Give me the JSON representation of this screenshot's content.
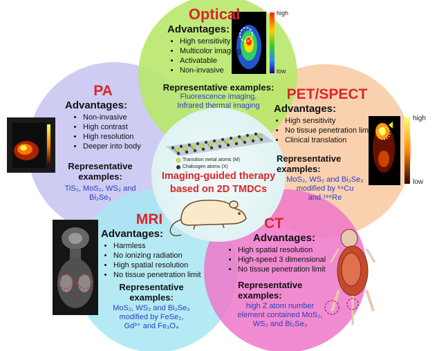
{
  "center": {
    "title_line1": "Imaging-guided therapy",
    "title_line2": "based on 2D TMDCs",
    "legend_metal": "Transition metal atoms (M)",
    "legend_chalcogen": "Chalcogen atoms (X)"
  },
  "optical": {
    "title": "Optical",
    "adv_heading": "Advantages:",
    "advantages": [
      "High sensitivity",
      "Multicolor imaging",
      "Activatable",
      "Non-invasive"
    ],
    "rep_heading": "Representative examples:",
    "rep_line1": "Fluorescence imaging,",
    "rep_line2": "Infrared thermal imaging",
    "scale_high": "high",
    "scale_low": "low"
  },
  "pa": {
    "title": "PA",
    "adv_heading": "Advantages:",
    "advantages": [
      "Non-invasive",
      "High contrast",
      "High resolution",
      "Deeper into body"
    ],
    "rep_heading_line1": "Representative",
    "rep_heading_line2": "examples:",
    "rep_line1": "TiS₂, MoS₂, WS₂ and",
    "rep_line2": "Bi₂Se₃"
  },
  "pet": {
    "title": "PET/SPECT",
    "adv_heading": "Advantages:",
    "advantages": [
      "High sensitivity",
      "No tissue penetration limit",
      "Clinical translation"
    ],
    "rep_heading_line1": "Representative",
    "rep_heading_line2": "examples:",
    "rep_line1": "MoS₂, WS₂ and Bi₂Se₃",
    "rep_line2": "modified by ⁶⁴Cu",
    "rep_line3": "and ¹⁸⁸Re",
    "scale_high": "high",
    "scale_low": "low"
  },
  "mri": {
    "title": "MRI",
    "adv_heading": "Advantages:",
    "advantages": [
      "Harmless",
      "No ionizing radiation",
      "High spatial resolution",
      "No tissue penetration limit"
    ],
    "rep_heading_line1": "Representative",
    "rep_heading_line2": "examples:",
    "rep_line1": "MoS₂, WS₂ and Bi₂Se₃",
    "rep_line2": "modified by FeSe₂,",
    "rep_line3": "Gd³⁺ and Fe₃O₄"
  },
  "ct": {
    "title": "CT",
    "adv_heading": "Advantages:",
    "advantages": [
      "High spatial resolution",
      "High-speed 3 dimensional",
      "No tissue penetration limit"
    ],
    "rep_heading_line1": "Representative",
    "rep_heading_line2": "examples:",
    "rep_line1": "high Z atom number",
    "rep_line2": "element contained MoS₂,",
    "rep_line3": "WS₂ and Bi₂Se₃"
  },
  "colors": {
    "optical_circle": "#b8e86a",
    "pa_circle": "#c6c3f1",
    "pet_circle": "#f8c9a1",
    "mri_circle": "#a8e6f2",
    "ct_circle": "#ef77c9",
    "center_circle": "#e9f7f8",
    "title_red": "#d9262b",
    "example_blue": "#2a3dbf"
  }
}
